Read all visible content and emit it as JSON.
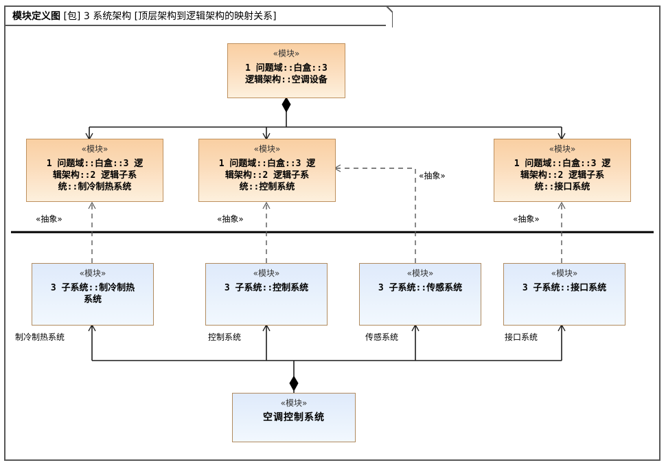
{
  "frame": {
    "kind": "模块定义图",
    "package_tag": "[包]",
    "package_name": "3 系统架构",
    "view_name": "[顶层架构到逻辑架构的映射关系]",
    "title_full": "模块定义图 [包] 3 系统架构 [顶层架构到逻辑架构的映射关系]"
  },
  "stereotype": "«模块»",
  "abstraction_label": "«抽象»",
  "blocks": {
    "top": {
      "stereotype": "«模块»",
      "name_line1": "1  问题域::白盒::3",
      "name_line2": "逻辑架构::空调设备",
      "name": "1 问题域::白盒::3 逻辑架构::空调设备",
      "fill": "#fbdcbb"
    },
    "logical": [
      {
        "stereotype": "«模块»",
        "name_line1": "1  问题域::白盒::3  逻",
        "name_line2": "辑架构::2  逻辑子系",
        "name_line3": "统::制冷制热系统",
        "name": "1 问题域::白盒::3 逻辑架构::2 逻辑子系统::制冷制热系统",
        "fill": "#fbdcbb"
      },
      {
        "stereotype": "«模块»",
        "name_line1": "1  问题域::白盒::3  逻",
        "name_line2": "辑架构::2  逻辑子系",
        "name_line3": "统::控制系统",
        "name": "1 问题域::白盒::3 逻辑架构::2 逻辑子系统::控制系统",
        "fill": "#fbdcbb"
      },
      {
        "stereotype": "«模块»",
        "name_line1": "1  问题域::白盒::3  逻",
        "name_line2": "辑架构::2  逻辑子系",
        "name_line3": "统::接口系统",
        "name": "1 问题域::白盒::3 逻辑架构::2 逻辑子系统::接口系统",
        "fill": "#fbdcbb"
      }
    ],
    "subsystems": [
      {
        "stereotype": "«模块»",
        "name_line1": "3  子系统::制冷制热",
        "name_line2": "系统",
        "name": "3 子系统::制冷制热系统",
        "role": "制冷制热系统",
        "fill": "#e8f1fc"
      },
      {
        "stereotype": "«模块»",
        "name_line1": "3  子系统::控制系统",
        "name_line2": "",
        "name": "3 子系统::控制系统",
        "role": "控制系统",
        "fill": "#e8f1fc"
      },
      {
        "stereotype": "«模块»",
        "name_line1": "3  子系统::传感系统",
        "name_line2": "",
        "name": "3 子系统::传感系统",
        "role": "传感系统",
        "fill": "#e8f1fc"
      },
      {
        "stereotype": "«模块»",
        "name_line1": "3  子系统::接口系统",
        "name_line2": "",
        "name": "3 子系统::接口系统",
        "role": "接口系统",
        "fill": "#e8f1fc"
      }
    ],
    "bottom": {
      "stereotype": "«模块»",
      "name": "空调控制系统",
      "fill": "#e8f1fc"
    }
  },
  "abstractions": [
    {
      "label": "«抽象»",
      "from": "3 子系统::制冷制热系统",
      "to": "1 问题域::白盒::3 逻辑架构::2 逻辑子系统::制冷制热系统"
    },
    {
      "label": "«抽象»",
      "from": "3 子系统::控制系统",
      "to": "1 问题域::白盒::3 逻辑架构::2 逻辑子系统::控制系统"
    },
    {
      "label": "«抽象»",
      "from": "3 子系统::传感系统",
      "to": "1 问题域::白盒::3 逻辑架构::2 逻辑子系统::控制系统"
    },
    {
      "label": "«抽象»",
      "from": "3 子系统::接口系统",
      "to": "1 问题域::白盒::3 逻辑架构::2 逻辑子系统::接口系统"
    }
  ],
  "colors": {
    "block_orange_border": "#bd8f5c",
    "block_orange_fill": "#fbdcbb",
    "block_blue_border": "#b08a5e",
    "block_blue_fill": "#e8f1fc",
    "frame_border": "#555555",
    "edge": "#1a1a1a",
    "divider": "#000000"
  }
}
